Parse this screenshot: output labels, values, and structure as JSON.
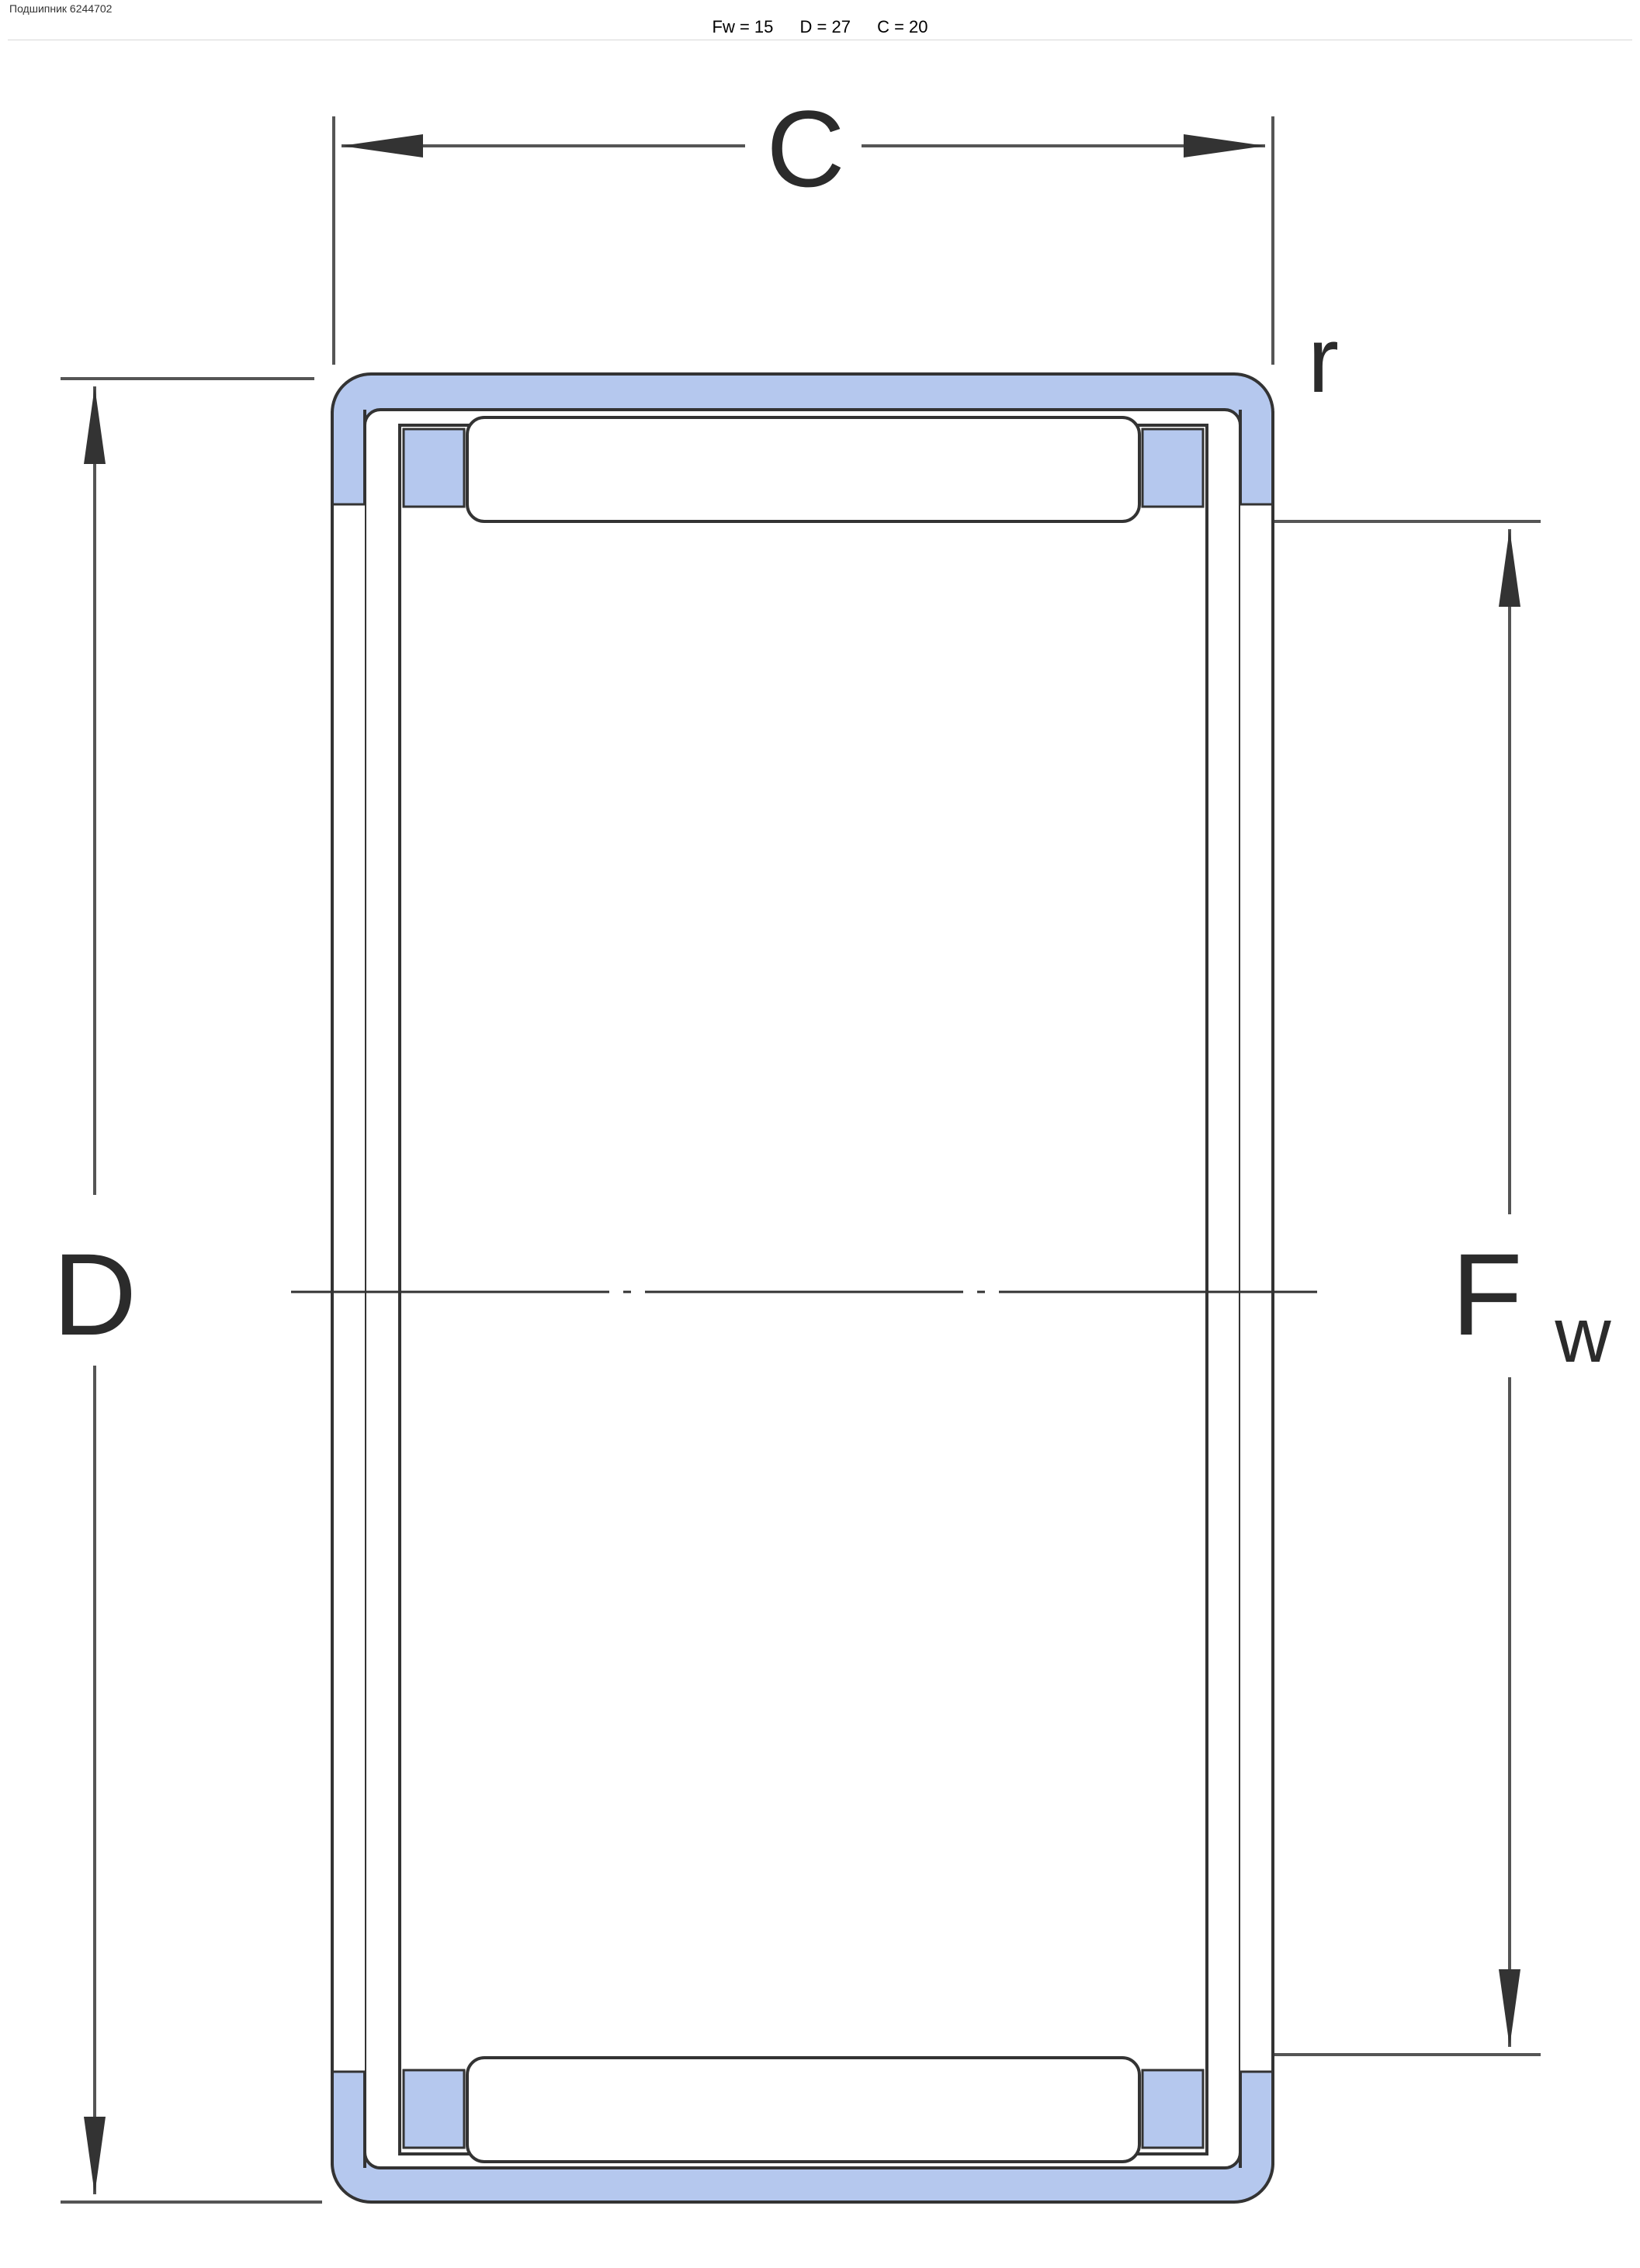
{
  "header": {
    "title": "Подшипник 6244702",
    "dims": [
      {
        "label": "Fw = 15"
      },
      {
        "label": "D = 27"
      },
      {
        "label": "C = 20"
      }
    ]
  },
  "drawing": {
    "labels": {
      "C": "C",
      "r": "r",
      "D": "D",
      "F": "F",
      "w": "w"
    },
    "colors": {
      "shell": "#b5c8ee",
      "line": "#333333"
    }
  }
}
